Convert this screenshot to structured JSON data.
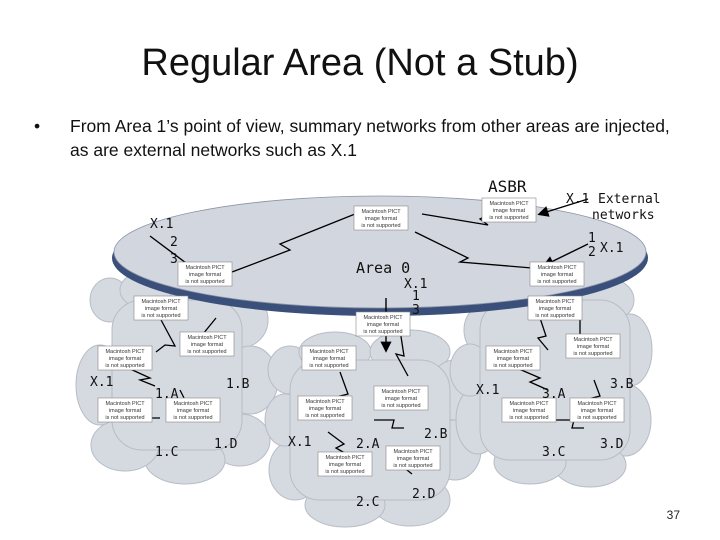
{
  "slide": {
    "title": "Regular Area (Not a Stub)",
    "bullet_symbol": "•",
    "bullet_text": "From Area 1’s point of view, summary networks from other areas are injected, as are external networks such as X.1",
    "page_number": "37"
  },
  "placeholder": {
    "line1": "Macintosh PICT",
    "line2": "image format",
    "line3": "is not supported"
  },
  "labels": {
    "asbr": "ASBR",
    "external_x1": "X.1",
    "external_networks_1": "External",
    "external_networks_2": "networks",
    "area0": "Area 0",
    "area0_x1": "X.1",
    "area0_1": "1",
    "area0_3": "3",
    "left_x1": "X.1",
    "left_2": "2",
    "left_3": "3",
    "right_1": "1",
    "right_2": "2",
    "right_x1": "X.1",
    "a1_x1": "X.1",
    "a1_A": "1.A",
    "a1_B": "1.B",
    "a1_C": "1.C",
    "a1_D": "1.D",
    "a2_x1": "X.1",
    "a2_A": "2.A",
    "a2_B": "2.B",
    "a2_C": "2.C",
    "a2_D": "2.D",
    "a3_x1": "X.1",
    "a3_A": "3.A",
    "a3_B": "3.B",
    "a3_C": "3.C",
    "a3_D": "3.D"
  },
  "colors": {
    "cloud_fill": "#d5d9e0",
    "cloud_stroke": "#b8bcc6",
    "backbone_fill": "#d2d6de",
    "backbone_edge": "#3a4f7a",
    "link": "#000000"
  }
}
